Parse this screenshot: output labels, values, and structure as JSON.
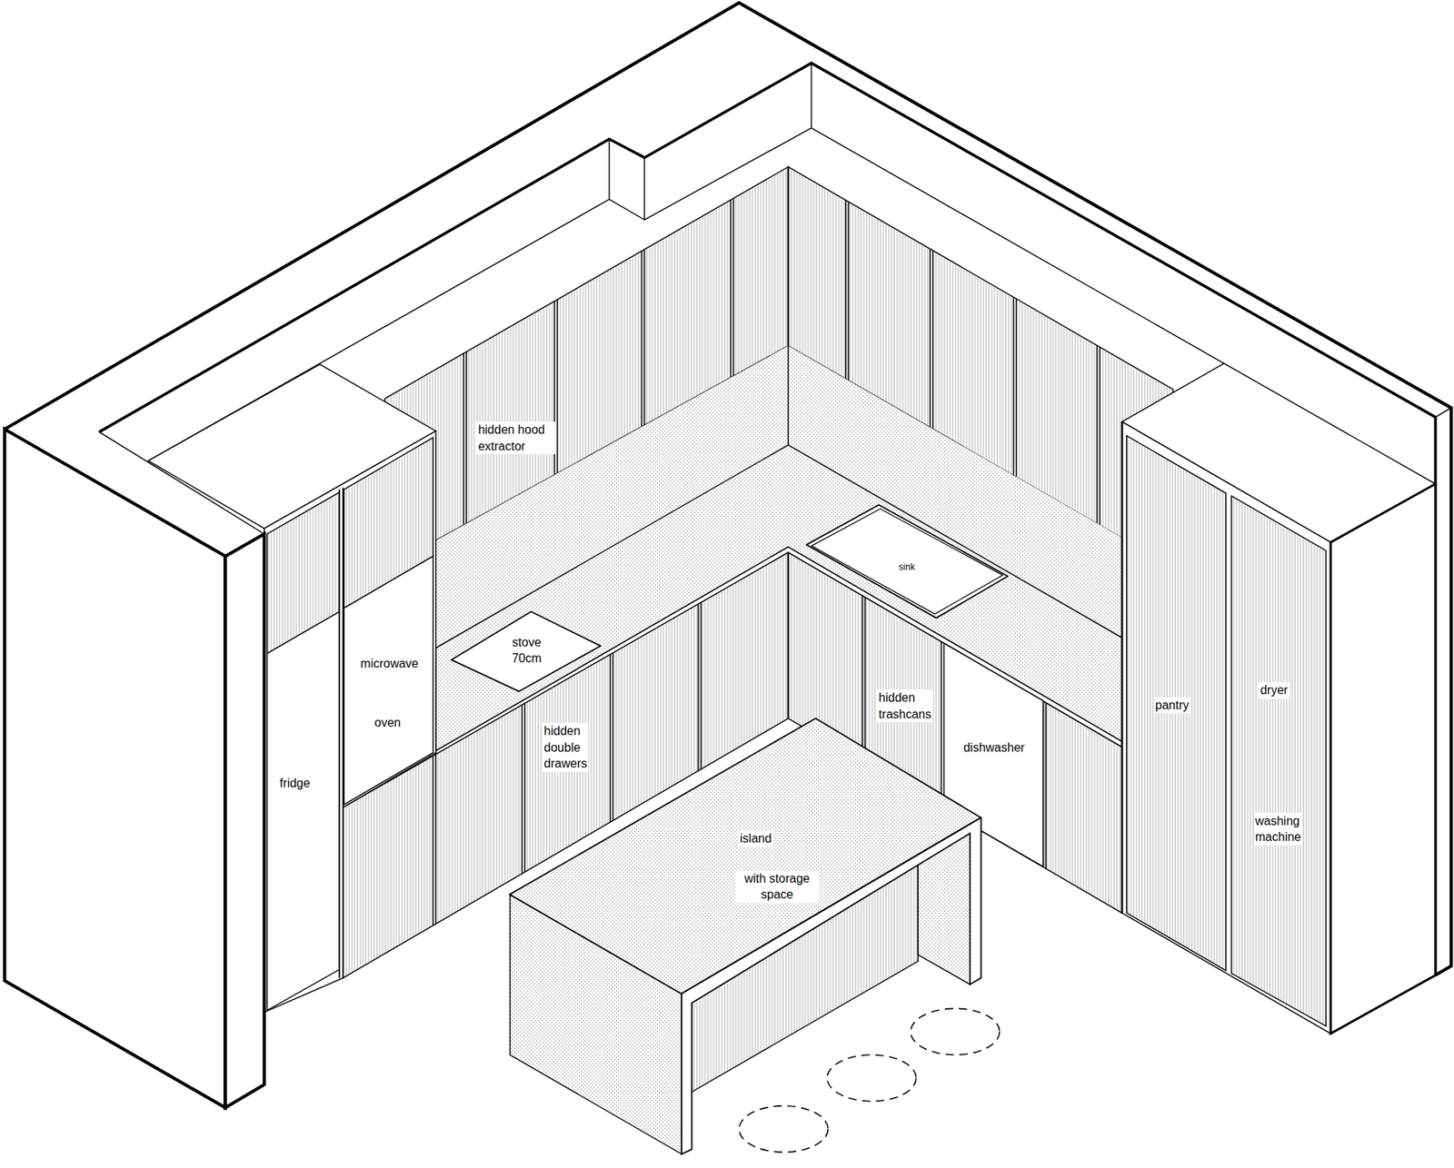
{
  "diagram": {
    "nodes": [
      {
        "text": [
          "stove 70cm"
        ]
      },
      {
        "text": [
          "sink"
        ]
      },
      {
        "text": [
          "island",
          "with storage space"
        ]
      }
    ],
    "labels": [
      "hidden hood extractor",
      "microwave",
      "oven",
      "fridge",
      "hidden double drawers",
      "hidden trashcans",
      "dishwasher",
      "pantry",
      "dryer",
      "washing machine"
    ]
  }
}
